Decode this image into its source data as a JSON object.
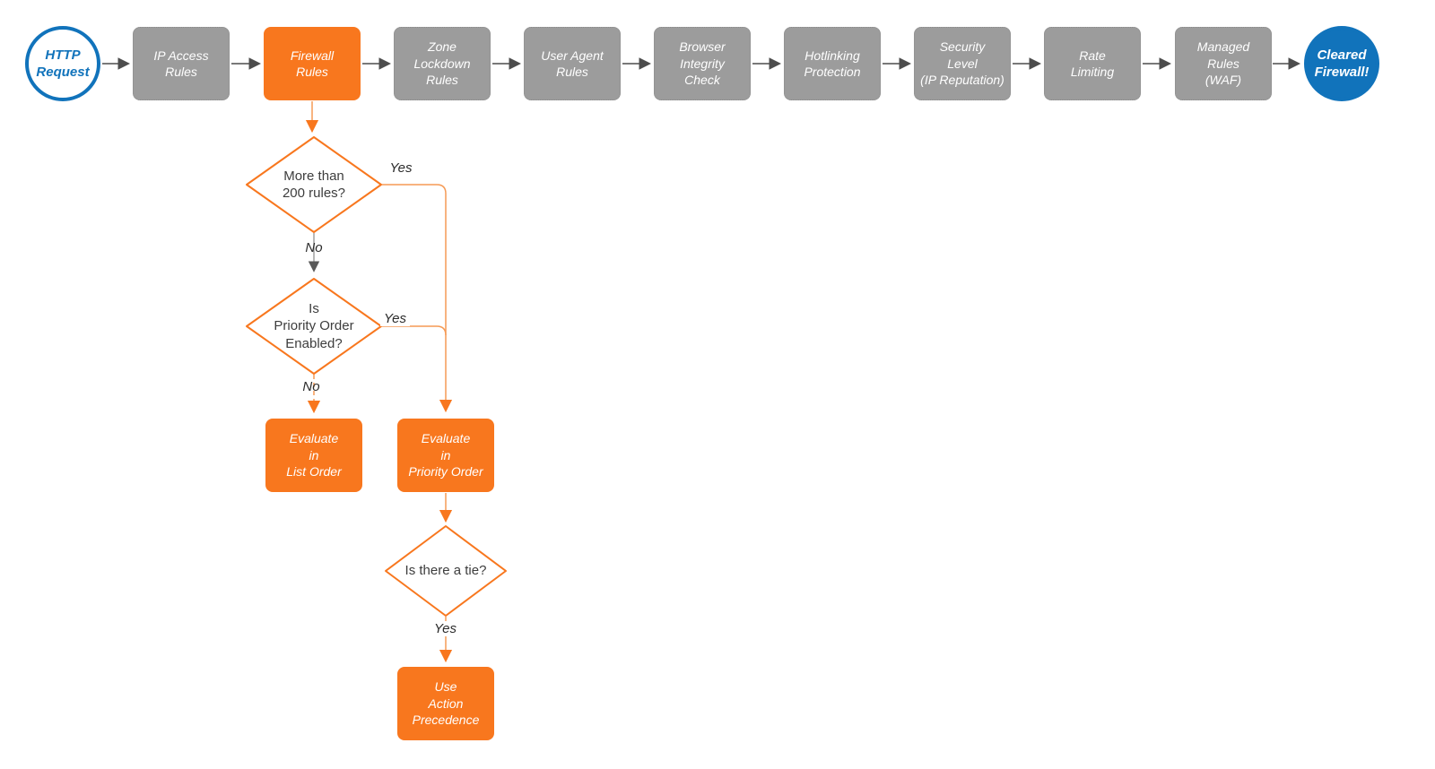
{
  "pipeline": {
    "start": {
      "label": "HTTP\nRequest"
    },
    "stages": [
      {
        "label": "IP Access\nRules",
        "variant": "gray"
      },
      {
        "label": "Firewall\nRules",
        "variant": "orange"
      },
      {
        "label": "Zone\nLockdown\nRules",
        "variant": "gray"
      },
      {
        "label": "User Agent\nRules",
        "variant": "gray"
      },
      {
        "label": "Browser\nIntegrity\nCheck",
        "variant": "gray"
      },
      {
        "label": "Hotlinking\nProtection",
        "variant": "gray"
      },
      {
        "label": "Security\nLevel\n(IP Reputation)",
        "variant": "gray"
      },
      {
        "label": "Rate\nLimiting",
        "variant": "gray"
      },
      {
        "label": "Managed\nRules\n(WAF)",
        "variant": "gray"
      }
    ],
    "end": {
      "label": "Cleared\nFirewall!"
    }
  },
  "branch": {
    "decision_rule_count": {
      "question": "More than\n200 rules?",
      "yes_label": "Yes",
      "no_label": "No"
    },
    "decision_priority_order": {
      "question": "Is\nPriority Order\nEnabled?",
      "yes_label": "Yes",
      "no_label": "No"
    },
    "evaluate_list_order": {
      "label": "Evaluate\nin\nList Order"
    },
    "evaluate_priority_order": {
      "label": "Evaluate\nin\nPriority Order"
    },
    "decision_tie": {
      "question": "Is there a tie?",
      "yes_label": "Yes"
    },
    "use_action_precedence": {
      "label": "Use\nAction\nPrecedence"
    }
  },
  "colors": {
    "stage_gray": "#9c9c9c",
    "accent_orange": "#f8771e",
    "terminal_blue": "#1173bb",
    "arrow_dark": "#4d4d4d",
    "connector_gray": "#9b9b9b",
    "connector_orange": "#f59a55"
  }
}
